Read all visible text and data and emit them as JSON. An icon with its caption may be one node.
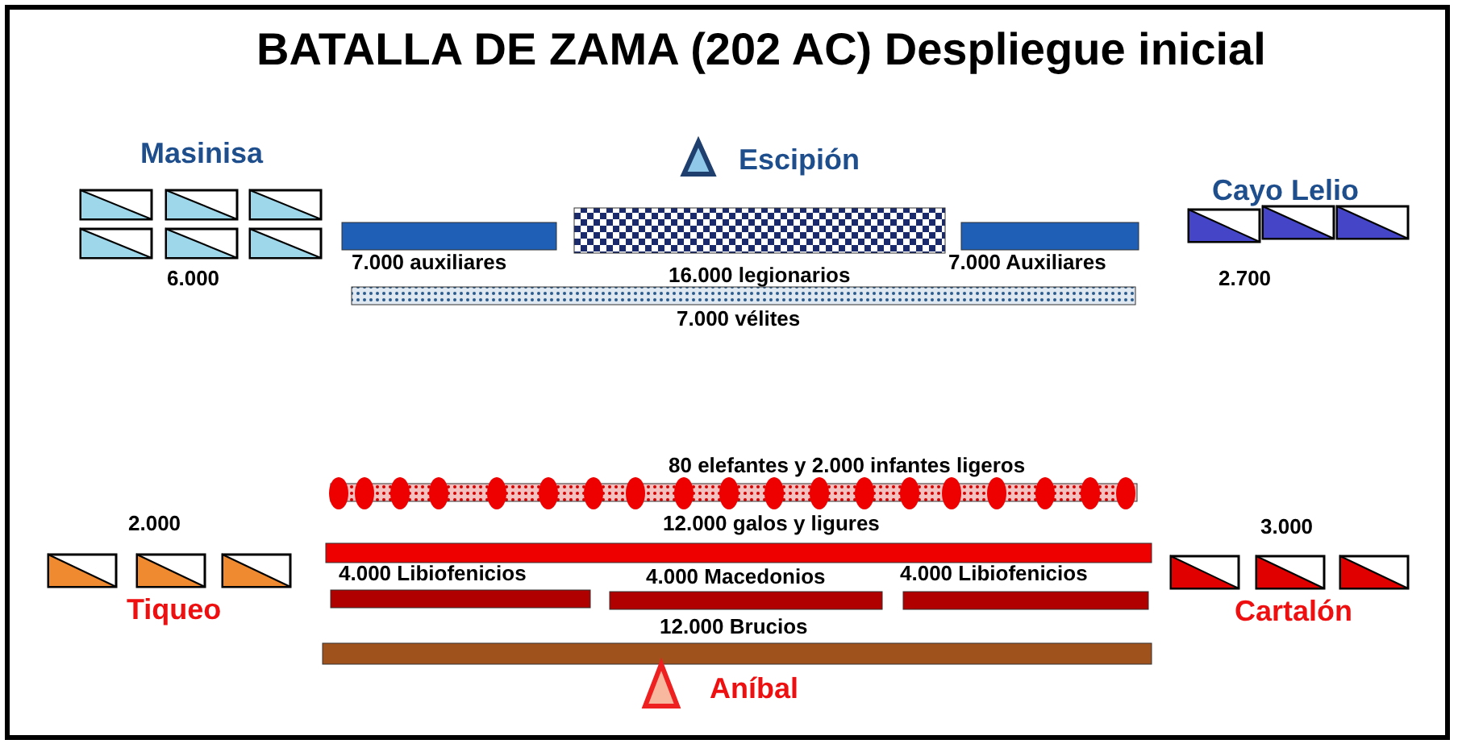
{
  "diagram": {
    "title": "BATALLA DE ZAMA (202 AC) Despliegue inicial",
    "labels": [
      "Masinisa",
      "Escipión",
      "Cayo Lelio",
      "7.000 auxiliares",
      "16.000 legionarios",
      "7.000 Auxiliares",
      "6.000",
      "2.700",
      "7.000 vélites",
      "80 elefantes y 2.000 infantes ligeros",
      "2.000",
      "12.000 galos y ligures",
      "3.000",
      "4.000 Libiofenicios",
      "4.000 Macedonios",
      "4.000 Libiofenicios",
      "Tiqueo",
      "Cartalón",
      "12.000 Brucios",
      "Aníbal"
    ]
  }
}
